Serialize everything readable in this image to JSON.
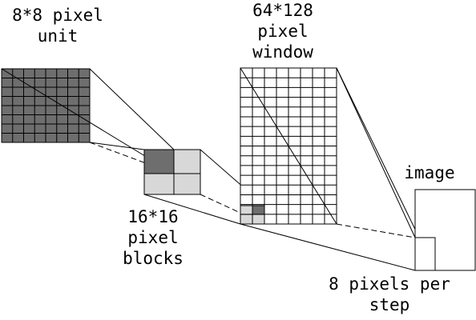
{
  "labels": {
    "unit": [
      "8*8 pixel",
      "unit"
    ],
    "window": [
      "64*128",
      "pixel",
      "window"
    ],
    "image": [
      "image"
    ],
    "blocks": [
      "16*16",
      "pixel",
      "blocks"
    ],
    "step": [
      "8 pixels per",
      "step"
    ]
  },
  "colors": {
    "cell_dark": "#6e6e6e",
    "cell_light": "#d8d8d8",
    "stroke": "#000000",
    "background": "#ffffff"
  },
  "grids": {
    "unit_cells": {
      "cols": 8,
      "rows": 8
    },
    "window_cells": {
      "cols": 8,
      "rows": 16
    },
    "block_cells": {
      "cols": 2,
      "rows": 2
    }
  }
}
